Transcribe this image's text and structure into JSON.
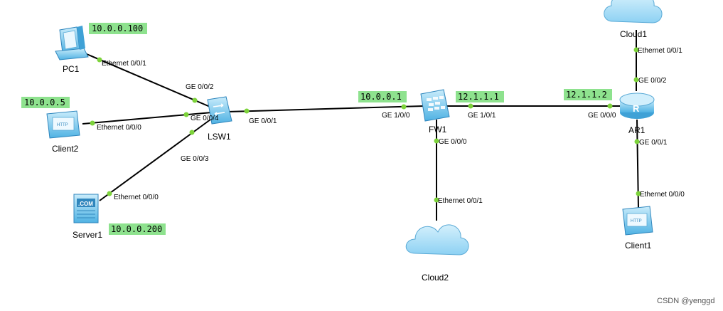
{
  "devices": {
    "pc1": "PC1",
    "client2": "Client2",
    "server1": "Server1",
    "lsw1": "LSW1",
    "fw1": "FW1",
    "cloud2": "Cloud2",
    "ar1": "AR1",
    "cloud1": "Cloud1",
    "client1": "Client1"
  },
  "icon_text": {
    "server": ".COM",
    "http": "HTTP",
    "router": "R"
  },
  "ports": {
    "pc1_eth": "Ethernet 0/0/1",
    "lsw1_ge002": "GE 0/0/2",
    "client2_eth": "Ethernet 0/0/0",
    "lsw1_ge004": "GE 0/0/4",
    "lsw1_ge003": "GE 0/0/3",
    "server1_eth": "Ethernet 0/0/0",
    "lsw1_ge001": "GE 0/0/1",
    "fw1_ge100": "GE 1/0/0",
    "fw1_ge101": "GE 1/0/1",
    "fw1_ge000": "GE 0/0/0",
    "cloud2_eth": "Ethernet 0/0/1",
    "ar1_ge000": "GE 0/0/0",
    "ar1_ge002": "GE 0/0/2",
    "cloud1_eth": "Ethernet 0/0/1",
    "ar1_ge001": "GE 0/0/1",
    "client1_eth": "Ethernet 0/0/0"
  },
  "ips": {
    "pc1": "10.0.0.100",
    "client2": "10.0.0.5",
    "server1": "10.0.0.200",
    "fw1_ge100": "10.0.0.1",
    "fw1_ge101": "12.1.1.1",
    "ar1_ge000": "12.1.1.2"
  },
  "watermark": "CSDN @yenggd",
  "colors": {
    "link": "#000000",
    "port_dot": "#7dd33b",
    "ip_highlight": "#8ee28e",
    "device_blue": "#6ec6ee",
    "cloud_blue": "#a8def7"
  }
}
